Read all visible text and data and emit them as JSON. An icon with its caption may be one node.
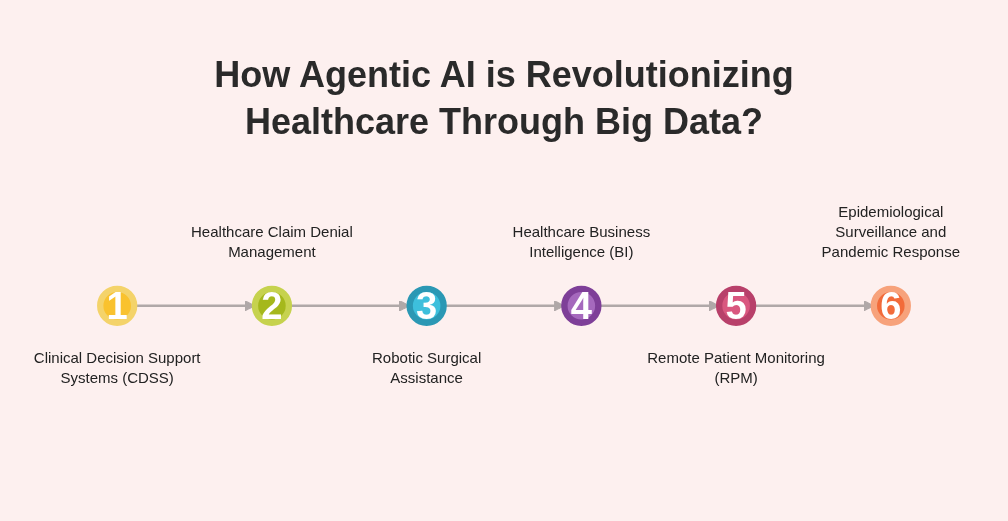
{
  "diagram": {
    "title": "How Agentic AI is Revolutionizing Healthcare Through Big Data?",
    "nodes": [
      {
        "text": [
          "1"
        ],
        "beside": [
          "Clinical Decision Support Systems (CDSS)"
        ]
      },
      {
        "text": [
          "2"
        ],
        "beside": [
          "Healthcare Claim Denial Management"
        ]
      },
      {
        "text": [
          "3"
        ],
        "beside": [
          "Robotic Surgical Assistance"
        ]
      },
      {
        "text": [
          "4"
        ],
        "beside": [
          "Healthcare Business Intelligence (BI)"
        ]
      },
      {
        "text": [
          "5"
        ],
        "beside": [
          "Remote Patient Monitoring (RPM)"
        ]
      },
      {
        "text": [
          "6"
        ],
        "beside": [
          "Epidemiological Surveillance and Pandemic Response"
        ]
      }
    ],
    "edges": [
      {
        "from": 0,
        "to": 1,
        "arrow": "to"
      },
      {
        "from": 1,
        "to": 2,
        "arrow": "to"
      },
      {
        "from": 2,
        "to": 3,
        "arrow": "to"
      },
      {
        "from": 3,
        "to": 4,
        "arrow": "to"
      },
      {
        "from": 4,
        "to": 5,
        "arrow": "to"
      }
    ]
  }
}
